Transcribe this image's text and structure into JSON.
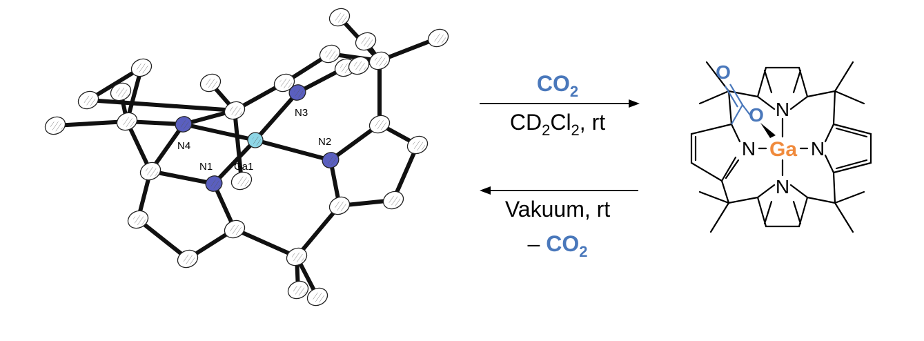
{
  "ortep": {
    "labels": {
      "n1": "N1",
      "n2": "N2",
      "n3": "N3",
      "n4": "N4",
      "ga": "Ga1"
    }
  },
  "reaction": {
    "forward": {
      "reagent_main": "CO",
      "reagent_sub": "2",
      "cond_a": "CD",
      "cond_a_sub": "2",
      "cond_b": "Cl",
      "cond_b_sub": "2",
      "cond_tail": ", rt"
    },
    "reverse": {
      "line1": "Vakuum, rt",
      "line2_prefix": "– ",
      "line2_main": "CO",
      "line2_sub": "2"
    }
  },
  "structure": {
    "metal": "Ga",
    "n_labels": {
      "top": "N",
      "left": "N",
      "right": "N",
      "bottom": "N"
    },
    "o_labels": {
      "carbonyl": "O",
      "bound": "O"
    }
  },
  "colors": {
    "co2_blue": "#4a78bb",
    "ga_orange": "#f08a3c",
    "n_ortep": "#5a5fbf",
    "ga_ortep": "#8ed6e6"
  }
}
